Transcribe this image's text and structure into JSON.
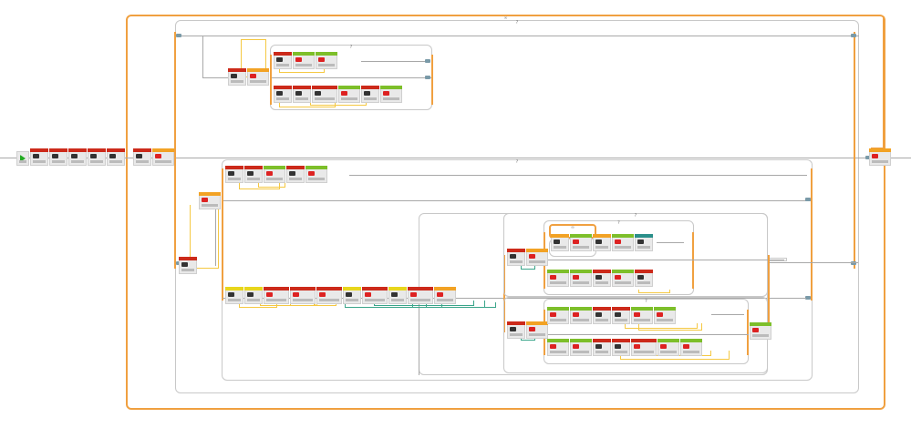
{
  "program": {
    "title": "EV3 Program",
    "colors": {
      "motor": "#cc2a1a",
      "sensor": "#7dbf2a",
      "flow": "#f2a224",
      "data": "#e8d61c",
      "wire_yellow": "#f5c842",
      "wire_green": "#3aa58a",
      "loop": "#f0a040"
    },
    "main_sequence": [
      "start",
      "motor",
      "motor",
      "motor",
      "motor",
      "motor",
      "gap",
      "motor",
      "switch"
    ],
    "outer_loop": {
      "label": "∞"
    },
    "switch_top": {
      "label": "?",
      "pre": [
        "motor",
        "switch"
      ],
      "case_a": {
        "label": "?",
        "blocks": [
          "motor",
          "sensor",
          "sensor"
        ]
      },
      "case_b": {
        "label": "?",
        "blocks": [
          "motor",
          "motor",
          "data-red",
          "sensor",
          "motor",
          "sensor"
        ]
      }
    },
    "switch_bottom": {
      "label": "?",
      "pre": [
        "motor",
        "switch"
      ],
      "case_a_blocks": [
        "motor",
        "motor",
        "sensor",
        "motor",
        "sensor"
      ],
      "case_b": {
        "label": "?",
        "blocks": [
          "data",
          "data",
          "math",
          "math",
          "math",
          "data",
          "math",
          "data",
          "math",
          "switch"
        ],
        "inner_a": {
          "label": "?",
          "pre": [
            "motor",
            "switch"
          ],
          "case_1": {
            "label": "?",
            "loop_label": "∞",
            "blocks": [
              "flow",
              "sensor",
              "flow",
              "sensor",
              "teal"
            ]
          },
          "case_2": {
            "label": "?",
            "blocks": [
              "sensor",
              "sensor",
              "motor",
              "sensor",
              "motor"
            ]
          }
        },
        "inner_b": {
          "label": "?",
          "pre": [
            "motor",
            "switch"
          ],
          "case_1": {
            "label": "?",
            "blocks": [
              "sensor",
              "sensor",
              "motor",
              "motor",
              "sensor",
              "sensor"
            ]
          },
          "case_2": {
            "label": "?",
            "blocks": [
              "sensor",
              "sensor",
              "motor",
              "motor",
              "math",
              "sensor",
              "sensor"
            ]
          },
          "post": [
            "sensor"
          ]
        }
      }
    },
    "end_block": "switch"
  }
}
